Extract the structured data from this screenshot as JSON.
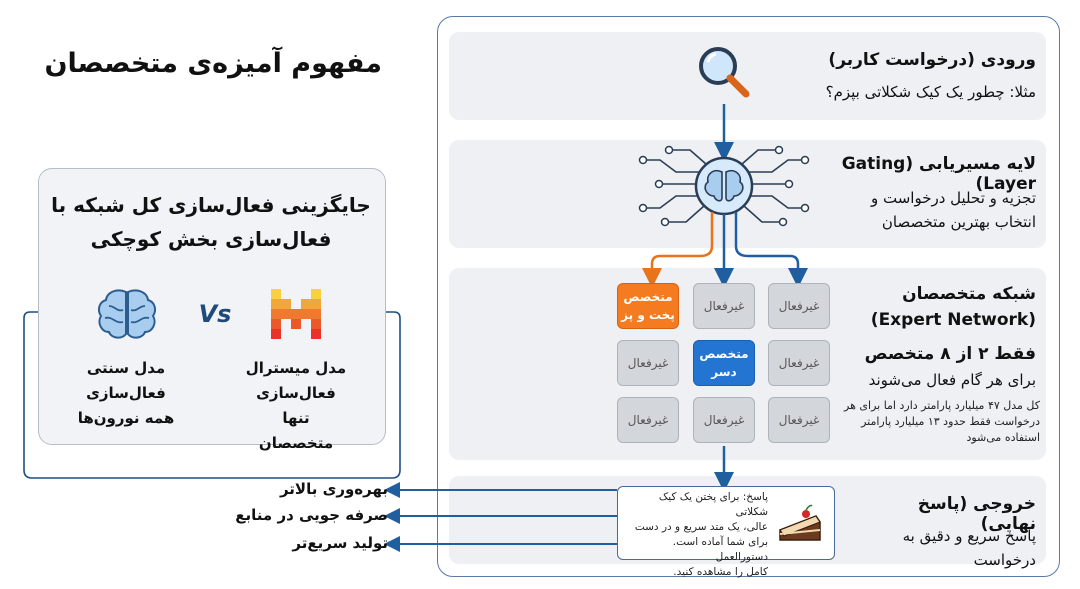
{
  "title": "مفهوم آمیزه‌ی متخصصان",
  "comparison": {
    "heading_line1": "جایگزینی فعال‌سازی کل شبکه با",
    "heading_line2": "فعال‌سازی بخش کوچکی",
    "vs_label": "Vs",
    "mistral": {
      "line1": "مدل میسترال",
      "line2": "فعال‌سازی تنها",
      "line3": "متخصصان"
    },
    "traditional": {
      "line1": "مدل سنتی",
      "line2": "فعال‌سازی",
      "line3": "همه نورون‌ها"
    }
  },
  "input": {
    "title": "ورودی (درخواست کاربر)",
    "example": "مثلا: چطور یک کیک شکلاتی بپزم؟",
    "icon": "magnifier-icon"
  },
  "gating": {
    "title": "لایه مسیریابی (Gating Layer)",
    "line1": "تجزیه و تحلیل درخواست و",
    "line2": "انتخاب بهترین متخصصان",
    "icon": "brain-circuit-icon"
  },
  "experts": {
    "title": "شبکه متخصصان",
    "title_en": "(Expert Network)",
    "active_line1": "فقط ۲ از ۸ متخصص",
    "active_line2": "برای هر گام فعال می‌شوند",
    "note_line1": "کل مدل ۴۷ میلیارد پارامتر دارد اما برای هر",
    "note_line2": "درخواست فقط حدود ۱۳ میلیارد پارامتر",
    "note_line3": "استفاده می‌شود",
    "inactive_label": "غیرفعال",
    "baking_line1": "متخصص",
    "baking_line2": "پخت و پز",
    "dessert_line1": "متخصص",
    "dessert_line2": "دسر",
    "colors": {
      "baking": "#f47b20",
      "dessert": "#2474d2",
      "inactive": "#d3d6db"
    }
  },
  "output": {
    "title": "خروجی (پاسخ نهایی)",
    "text": "پاسخ سریع و دقیق به درخواست",
    "answer_line1": "پاسخ: برای پختن یک کیک شکلاتی",
    "answer_line2": "عالی، یک متد سریع و در دست",
    "answer_line3": "برای شما آماده است. دستورالعمل",
    "answer_line4": "کامل را مشاهده کنید.",
    "icon": "cake-icon"
  },
  "benefits": [
    "بهره‌وری بالاتر",
    "صرفه جویی در منابع",
    "تولید سریع‌تر"
  ]
}
